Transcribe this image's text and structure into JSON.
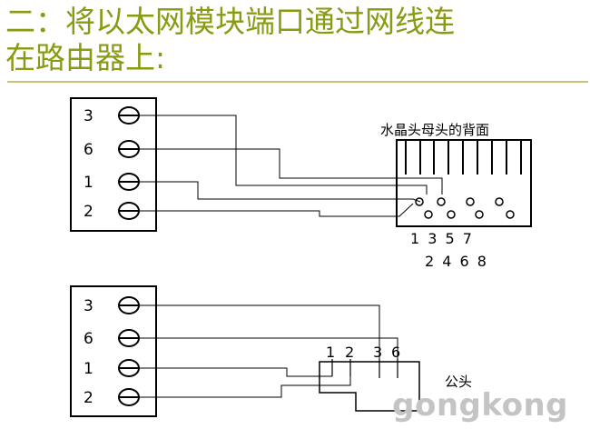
{
  "title": {
    "line1": "二：将以太网模块端口通过网线连",
    "line2": "在路由器上:"
  },
  "top_diagram": {
    "terminal_labels": [
      "3",
      "6",
      "1",
      "2"
    ],
    "jack_caption": "水晶头母头的背面",
    "pin_row_odd": "1 3 5 7",
    "pin_row_even": "2 4 6 8"
  },
  "bottom_diagram": {
    "terminal_labels": [
      "3",
      "6",
      "1",
      "2"
    ],
    "plug_pin_labels": [
      "1",
      "2",
      "3",
      "6"
    ],
    "plug_caption": "公头"
  },
  "watermark": "gongkong",
  "colors": {
    "title": "#8a9a12",
    "rule": "#c9c278",
    "line": "#000000",
    "watermark": "#c4c4c4"
  }
}
